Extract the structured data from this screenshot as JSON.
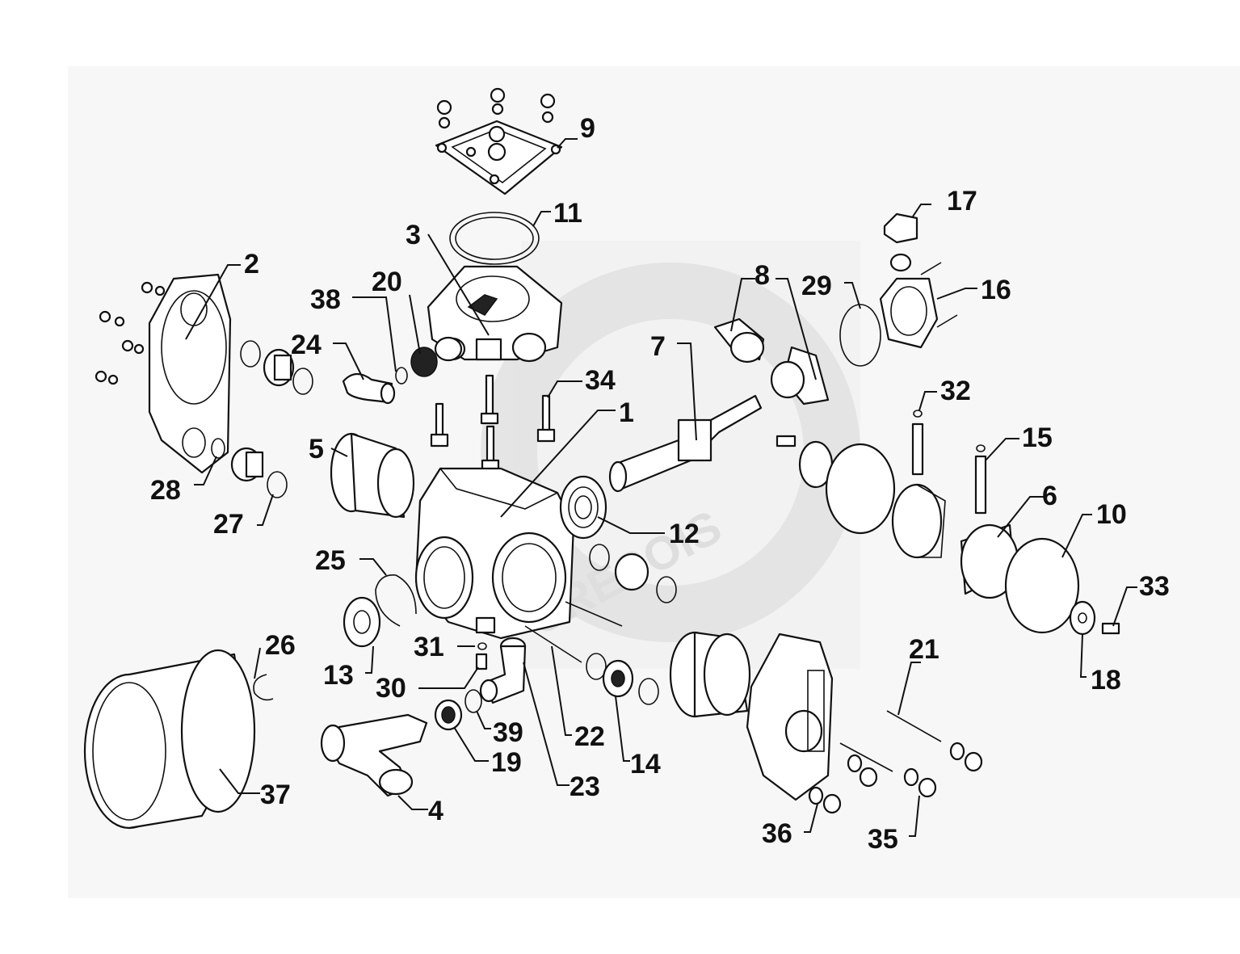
{
  "diagram": {
    "watermark_text": "CRESOIS",
    "part_labels": [
      {
        "id": "p9",
        "text": "9"
      },
      {
        "id": "p11",
        "text": "11"
      },
      {
        "id": "p17",
        "text": "17"
      },
      {
        "id": "p3",
        "text": "3"
      },
      {
        "id": "p2",
        "text": "2"
      },
      {
        "id": "p20",
        "text": "20"
      },
      {
        "id": "p38",
        "text": "38"
      },
      {
        "id": "p8",
        "text": "8"
      },
      {
        "id": "p29",
        "text": "29"
      },
      {
        "id": "p16",
        "text": "16"
      },
      {
        "id": "p24",
        "text": "24"
      },
      {
        "id": "p7",
        "text": "7"
      },
      {
        "id": "p34",
        "text": "34"
      },
      {
        "id": "p32",
        "text": "32"
      },
      {
        "id": "p1",
        "text": "1"
      },
      {
        "id": "p15",
        "text": "15"
      },
      {
        "id": "p5",
        "text": "5"
      },
      {
        "id": "p6",
        "text": "6"
      },
      {
        "id": "p10",
        "text": "10"
      },
      {
        "id": "p28",
        "text": "28"
      },
      {
        "id": "p27",
        "text": "27"
      },
      {
        "id": "p12",
        "text": "12"
      },
      {
        "id": "p25",
        "text": "25"
      },
      {
        "id": "p33",
        "text": "33"
      },
      {
        "id": "p26",
        "text": "26"
      },
      {
        "id": "p31",
        "text": "31"
      },
      {
        "id": "p21",
        "text": "21"
      },
      {
        "id": "p13",
        "text": "13"
      },
      {
        "id": "p18",
        "text": "18"
      },
      {
        "id": "p30",
        "text": "30"
      },
      {
        "id": "p39",
        "text": "39"
      },
      {
        "id": "p22",
        "text": "22"
      },
      {
        "id": "p19",
        "text": "19"
      },
      {
        "id": "p14",
        "text": "14"
      },
      {
        "id": "p37",
        "text": "37"
      },
      {
        "id": "p23",
        "text": "23"
      },
      {
        "id": "p4",
        "text": "4"
      },
      {
        "id": "p36",
        "text": "36"
      },
      {
        "id": "p35",
        "text": "35"
      }
    ]
  }
}
